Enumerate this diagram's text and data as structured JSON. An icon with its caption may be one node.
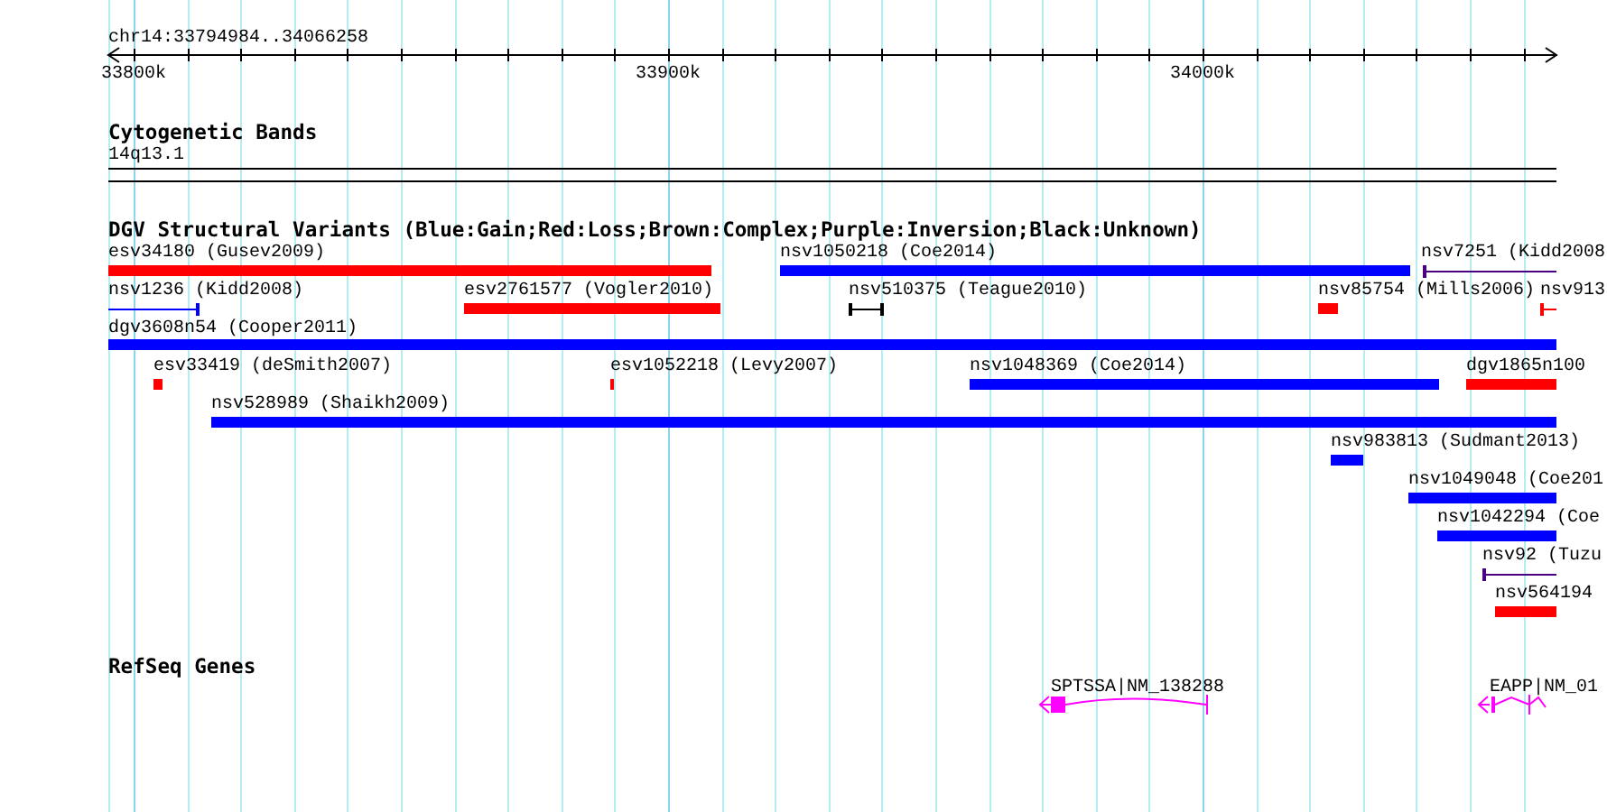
{
  "diagram": {
    "nodes": [
      {
        "text": [
          "esv34180 (Gusev2009)"
        ]
      },
      {
        "text": [
          "nsv1050218 (Coe2014)"
        ]
      },
      {
        "text": [
          "nsv7251 (Kidd2008"
        ]
      },
      {
        "text": [
          "nsv1236 (Kidd2008)"
        ]
      },
      {
        "text": [
          "esv2761577 (Vogler2010)"
        ]
      },
      {
        "text": [
          "nsv510375 (Teague2010)"
        ]
      },
      {
        "text": [
          "nsv85754 (Mills2006)"
        ]
      },
      {
        "text": [
          "nsv913"
        ]
      },
      {
        "text": [
          "dgv3608n54 (Cooper2011)"
        ]
      },
      {
        "text": [
          "esv33419 (deSmith2007)"
        ]
      },
      {
        "text": [
          "esv1052218 (Levy2007)"
        ]
      },
      {
        "text": [
          "nsv1048369 (Coe2014)"
        ]
      },
      {
        "text": [
          "dgv1865n100"
        ]
      },
      {
        "text": [
          "nsv528989 (Shaikh2009)"
        ]
      },
      {
        "text": [
          "nsv983813 (Sudmant2013)"
        ]
      },
      {
        "text": [
          "nsv1049048 (Coe201"
        ]
      },
      {
        "text": [
          "nsv1042294 (Coe"
        ]
      },
      {
        "text": [
          "nsv92 (Tuzu"
        ]
      },
      {
        "text": [
          "nsv564194"
        ]
      },
      {
        "text": [
          "SPTSSA|NM_138288"
        ]
      },
      {
        "text": [
          "EAPP|NM_01"
        ]
      }
    ],
    "labels": [
      "chr14:33794984..34066258",
      "33800k",
      "33900k",
      "34000k",
      "Cytogenetic Bands",
      "14q13.1",
      "DGV Structural Variants (Blue:Gain;Red:Loss;Brown:Complex;Purple:Inversion;Black:Unknown)",
      "RefSeq Genes"
    ]
  }
}
